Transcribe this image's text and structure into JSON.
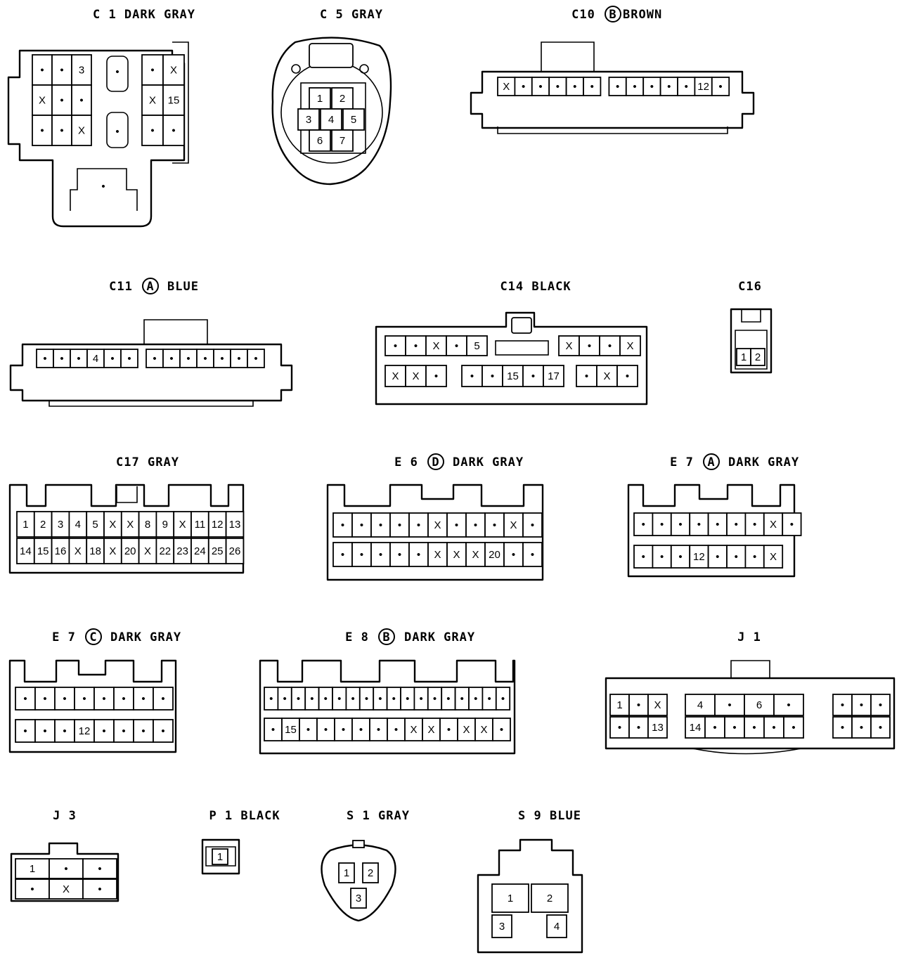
{
  "connectors": {
    "c1": {
      "title": "C 1 DARK GRAY"
    },
    "c5": {
      "title": "C 5 GRAY"
    },
    "c10": {
      "code": "C10",
      "circle": "B",
      "color": "BROWN"
    },
    "c11": {
      "code": "C11",
      "circle": "A",
      "color": "BLUE"
    },
    "c14": {
      "title": "C14 BLACK"
    },
    "c16": {
      "title": "C16"
    },
    "c17": {
      "title": "C17 GRAY"
    },
    "e6": {
      "code": "E 6",
      "circle": "D",
      "color": "DARK GRAY"
    },
    "e7a": {
      "code": "E 7",
      "circle": "A",
      "color": "DARK GRAY"
    },
    "e7c": {
      "code": "E 7",
      "circle": "C",
      "color": "DARK GRAY"
    },
    "e8": {
      "code": "E 8",
      "circle": "B",
      "color": "DARK GRAY"
    },
    "j1": {
      "title": "J 1"
    },
    "j3": {
      "title": "J 3"
    },
    "p1": {
      "title": "P 1 BLACK"
    },
    "s1": {
      "title": "S 1 GRAY"
    },
    "s9": {
      "title": "S 9 BLUE"
    }
  },
  "cells": {
    "c1": {
      "left": [
        "•",
        "•",
        "3",
        "X",
        "•",
        "•",
        "•",
        "•",
        "X"
      ],
      "mid_top": "•",
      "mid_bottom": "•",
      "right": [
        "•",
        "X",
        "X",
        "15",
        "•",
        "•"
      ],
      "tab": "•"
    },
    "c5": [
      "1",
      "2",
      "3",
      "4",
      "5",
      "6",
      "7"
    ],
    "c10": [
      "X",
      "•",
      "•",
      "•",
      "•",
      "•",
      "•",
      "•",
      "•",
      "•",
      "•",
      "12",
      "•"
    ],
    "c11": [
      "•",
      "•",
      "•",
      "4",
      "•",
      "•",
      "•",
      "•",
      "•",
      "•",
      "•",
      "•",
      "•"
    ],
    "c14": {
      "top_left": [
        "•",
        "•",
        "X",
        "•",
        "5"
      ],
      "top_right": [
        "X",
        "•",
        "•",
        "X"
      ],
      "bottom_left": [
        "X",
        "X",
        "•"
      ],
      "bottom_mid": [
        "•",
        "•",
        "15",
        "•",
        "17"
      ],
      "bottom_right": [
        "•",
        "X",
        "•"
      ]
    },
    "c16": [
      "1",
      "2"
    ],
    "c17": {
      "top": [
        "1",
        "2",
        "3",
        "4",
        "5",
        "X",
        "X",
        "8",
        "9",
        "X",
        "11",
        "12",
        "13"
      ],
      "bottom": [
        "14",
        "15",
        "16",
        "X",
        "18",
        "X",
        "20",
        "X",
        "22",
        "23",
        "24",
        "25",
        "26"
      ]
    },
    "e6": {
      "top": [
        "•",
        "•",
        "•",
        "•",
        "•",
        "X",
        "•",
        "•",
        "•",
        "X",
        "•"
      ],
      "bottom": [
        "•",
        "•",
        "•",
        "•",
        "•",
        "X",
        "X",
        "X",
        "20",
        "•",
        "•"
      ]
    },
    "e7a": {
      "top": [
        "•",
        "•",
        "•",
        "•",
        "•",
        "•",
        "•",
        "X",
        "•"
      ],
      "bottom": [
        "•",
        "•",
        "•",
        "12",
        "•",
        "•",
        "•",
        "X"
      ]
    },
    "e7c": {
      "top": [
        "•",
        "•",
        "•",
        "•",
        "•",
        "•",
        "•",
        "•"
      ],
      "bottom": [
        "•",
        "•",
        "•",
        "12",
        "•",
        "•",
        "•",
        "•"
      ]
    },
    "e8": {
      "top": [
        "•",
        "•",
        "•",
        "•",
        "•",
        "•",
        "•",
        "•",
        "•",
        "•",
        "•",
        "•",
        "•",
        "•",
        "•",
        "•",
        "•",
        "•"
      ],
      "bottom": [
        "•",
        "15",
        "•",
        "•",
        "•",
        "•",
        "•",
        "•",
        "X",
        "X",
        "•",
        "X",
        "X",
        "•"
      ]
    },
    "j1": {
      "left_top": [
        "1",
        "•",
        "X"
      ],
      "left_bottom": [
        "•",
        "•",
        "13"
      ],
      "mid_top": [
        "4",
        "•",
        "6",
        "•"
      ],
      "mid_bottom": [
        "14",
        "•",
        "•",
        "•",
        "•",
        "•"
      ],
      "right_top": [
        "•",
        "•",
        "•"
      ],
      "right_bottom": [
        "•",
        "•",
        "•"
      ]
    },
    "j3": {
      "top": [
        "1",
        "•",
        "•"
      ],
      "bottom": [
        "•",
        "X",
        "•"
      ]
    },
    "p1": [
      "1"
    ],
    "s1": [
      "1",
      "2",
      "3"
    ],
    "s9": [
      "1",
      "2",
      "3",
      "4"
    ]
  }
}
